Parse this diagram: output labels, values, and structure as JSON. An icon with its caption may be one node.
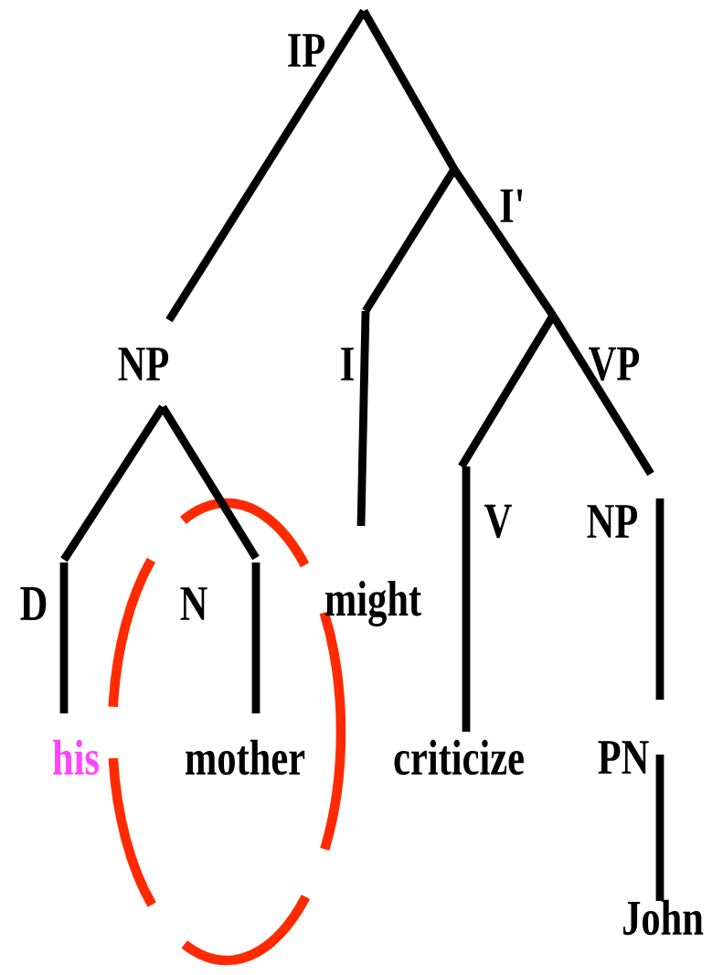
{
  "diagram": {
    "nodes": [
      {
        "text": [
          "IP"
        ]
      },
      {
        "text": [
          "I'"
        ]
      },
      {
        "text": [
          "NP"
        ]
      },
      {
        "text": [
          "I"
        ]
      },
      {
        "text": [
          "VP"
        ]
      },
      {
        "text": [
          "D"
        ]
      },
      {
        "text": [
          "N"
        ]
      },
      {
        "text": [
          "might"
        ]
      },
      {
        "text": [
          "V"
        ]
      },
      {
        "text": [
          "NP"
        ]
      },
      {
        "text": [
          "his"
        ]
      },
      {
        "text": [
          "mother"
        ]
      },
      {
        "text": [
          "criticize"
        ]
      },
      {
        "text": [
          "PN"
        ]
      },
      {
        "text": [
          "John"
        ]
      }
    ],
    "edges": [
      {
        "from": 0,
        "to": 2,
        "arrow": "none"
      },
      {
        "from": 0,
        "to": 1,
        "arrow": "none"
      },
      {
        "from": 1,
        "to": 3,
        "arrow": "none"
      },
      {
        "from": 1,
        "to": 4,
        "arrow": "none"
      },
      {
        "from": 2,
        "to": 5,
        "arrow": "none"
      },
      {
        "from": 2,
        "to": 6,
        "arrow": "none"
      },
      {
        "from": 3,
        "to": 7,
        "arrow": "none"
      },
      {
        "from": 4,
        "to": 8,
        "arrow": "none"
      },
      {
        "from": 4,
        "to": 9,
        "arrow": "none"
      },
      {
        "from": 5,
        "to": 10,
        "arrow": "none"
      },
      {
        "from": 6,
        "to": 11,
        "arrow": "none"
      },
      {
        "from": 8,
        "to": 12,
        "arrow": "none"
      },
      {
        "from": 9,
        "to": 13,
        "arrow": "none"
      },
      {
        "from": 13,
        "to": 14,
        "arrow": "none"
      }
    ]
  }
}
